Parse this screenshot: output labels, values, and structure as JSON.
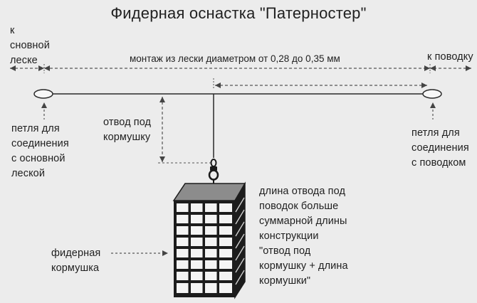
{
  "title": "Фидерная оснастка \"Патерностер\"",
  "labels": {
    "to_main_line": "к\nсновной\nлеске",
    "to_leader": "к поводку",
    "rig_length": "монтаж из лески диаметром от 0,28 до 0,35 мм",
    "left_loop": "петля для\nсоединения\nс основной\nлеской",
    "feeder_branch": "отвод под\nкормушку",
    "right_loop": "петля для\nсоединения\nс поводком",
    "branch_length_note": "длина отвода под\nповодок больше\nсуммарной длины\nконструкции\n\"отвод под\nкормушку + длина\nкормушки\"",
    "feeder": "фидерная\nкормушка"
  },
  "colors": {
    "line": "#2a2a2a",
    "dashed": "#555555",
    "feeder_top": "#8c8c8c",
    "feeder_side": "#1c1c1c",
    "background": "#ececec"
  }
}
